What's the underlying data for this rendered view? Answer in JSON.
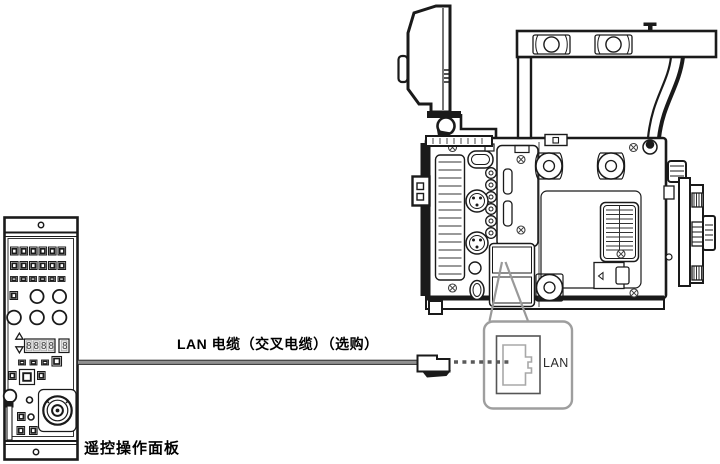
{
  "diagram": {
    "cable_label": "LAN 电缆（交叉电缆）（选购）",
    "remote_panel_label": "遥控操作面板",
    "lan_port_label": "LAN",
    "remote_panel_display": {
      "main_digits": "8888",
      "sub_digit": "8"
    },
    "colors": {
      "outline_black": "#1a1a1a",
      "cable_gray": "#909090",
      "callout_border_gray": "#9e9e9e",
      "leader_line_gray": "#999999",
      "background": "#ffffff"
    }
  }
}
